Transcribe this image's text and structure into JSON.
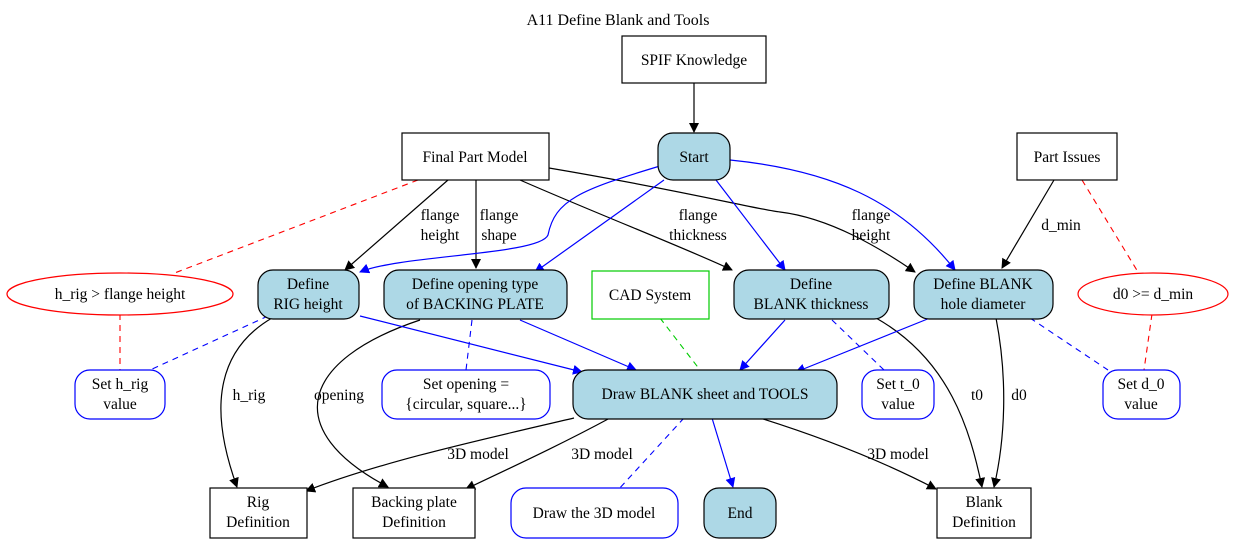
{
  "title": "A11 Define Blank and Tools",
  "nodes": {
    "spif_knowledge": {
      "lines": [
        "SPIF Knowledge"
      ]
    },
    "final_part_model": {
      "lines": [
        "Final Part Model"
      ]
    },
    "start": {
      "lines": [
        "Start"
      ]
    },
    "part_issues": {
      "lines": [
        "Part Issues"
      ]
    },
    "h_rig_constraint": {
      "lines": [
        "h_rig > flange height"
      ]
    },
    "define_rig_height": {
      "lines": [
        "Define",
        "RIG height"
      ]
    },
    "define_opening_type": {
      "lines": [
        "Define opening type",
        "of BACKING PLATE"
      ]
    },
    "cad_system": {
      "lines": [
        "CAD System"
      ]
    },
    "define_blank_thickness": {
      "lines": [
        "Define",
        "BLANK thickness"
      ]
    },
    "define_blank_hole": {
      "lines": [
        "Define BLANK",
        "hole diameter"
      ]
    },
    "d0_constraint": {
      "lines": [
        "d0 >= d_min"
      ]
    },
    "set_h_rig": {
      "lines": [
        "Set h_rig",
        "value"
      ]
    },
    "set_opening": {
      "lines": [
        "Set opening =",
        "{circular, square...}"
      ]
    },
    "draw_blank_tools": {
      "lines": [
        "Draw BLANK sheet and TOOLS"
      ]
    },
    "set_t0": {
      "lines": [
        "Set t_0",
        "value"
      ]
    },
    "set_d0": {
      "lines": [
        "Set d_0",
        "value"
      ]
    },
    "rig_definition": {
      "lines": [
        "Rig",
        "Definition"
      ]
    },
    "backing_plate_definition": {
      "lines": [
        "Backing plate",
        "Definition"
      ]
    },
    "draw_3d_model": {
      "lines": [
        "Draw the 3D model"
      ]
    },
    "end": {
      "lines": [
        "End"
      ]
    },
    "blank_definition": {
      "lines": [
        "Blank",
        "Definition"
      ]
    }
  },
  "edge_labels": {
    "flange_height_rig": [
      "flange",
      "height"
    ],
    "flange_shape": [
      "flange",
      "shape"
    ],
    "flange_thickness": [
      "flange",
      "thickness"
    ],
    "flange_height_hole": [
      "flange",
      "height"
    ],
    "d_min": [
      "d_min"
    ],
    "h_rig": [
      "h_rig"
    ],
    "opening": [
      "opening"
    ],
    "t0": [
      "t0"
    ],
    "d0": [
      "d0"
    ],
    "model_rig": [
      "3D model"
    ],
    "model_backing": [
      "3D model"
    ],
    "model_blank": [
      "3D model"
    ]
  },
  "colors": {
    "process_fill": "#add8e6",
    "control_flow": "#0000ff",
    "constraint": "#ff0000",
    "tool": "#00cc00",
    "data_flow": "#000000"
  }
}
